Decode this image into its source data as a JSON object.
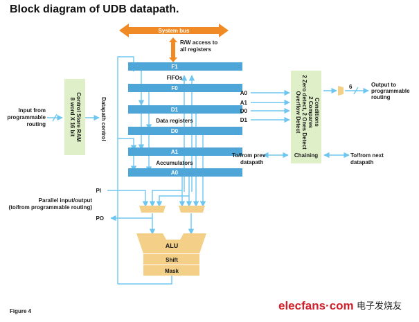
{
  "title": "Block diagram of UDB datapath.",
  "figure_label": "Figure 4",
  "system_bus": {
    "label": "System bus",
    "access_note_line1": "R/W access to",
    "access_note_line2": "all registers"
  },
  "registers": [
    {
      "name": "F1"
    },
    {
      "name": "F0"
    },
    {
      "name": "D1"
    },
    {
      "name": "D0"
    },
    {
      "name": "A1"
    },
    {
      "name": "A0"
    }
  ],
  "register_groups": {
    "fifos": "FIFOs",
    "data_registers": "Data registers",
    "accumulators": "Accumulators"
  },
  "control_store": {
    "input_line1": "Input from",
    "input_line2": "programmable",
    "input_line3": "routing",
    "label_line1": "Control Store RAM",
    "label_line2": "8 word X 16 bit",
    "output_label": "Datapath  control"
  },
  "parallel_io": {
    "pi": "PI",
    "po": "PO",
    "label_line1": "Parallel input/output",
    "label_line2": "(to/from programmable routing)"
  },
  "alu_stack": {
    "alu": "ALU",
    "shift": "Shift",
    "mask": "Mask"
  },
  "conditions": {
    "inputs": [
      "A0",
      "A1",
      "D0",
      "D1"
    ],
    "line1": "Conditions",
    "line2": "2 Compares",
    "line3": "2 Zero detect, 2 Ones Detect",
    "line4": "Overflow Detect",
    "chaining": "Chaining",
    "output_width": "6",
    "output_line1": "Output to",
    "output_line2": "programmable",
    "output_line3": "routing",
    "prev_line1": "To/from prev",
    "prev_line2": "datapath",
    "next_line1": "To/from next",
    "next_line2": "datapath"
  },
  "watermark": {
    "brand": "elecfans·com",
    "chinese": "电子发烧友"
  },
  "colors": {
    "register_blue": "#4ea6d8",
    "wire_blue": "#6ec6f0",
    "bus_orange": "#f08a24",
    "alu_tan": "#f3cf87",
    "control_green": "#dff0c8",
    "brand_red": "#d01f2a"
  }
}
